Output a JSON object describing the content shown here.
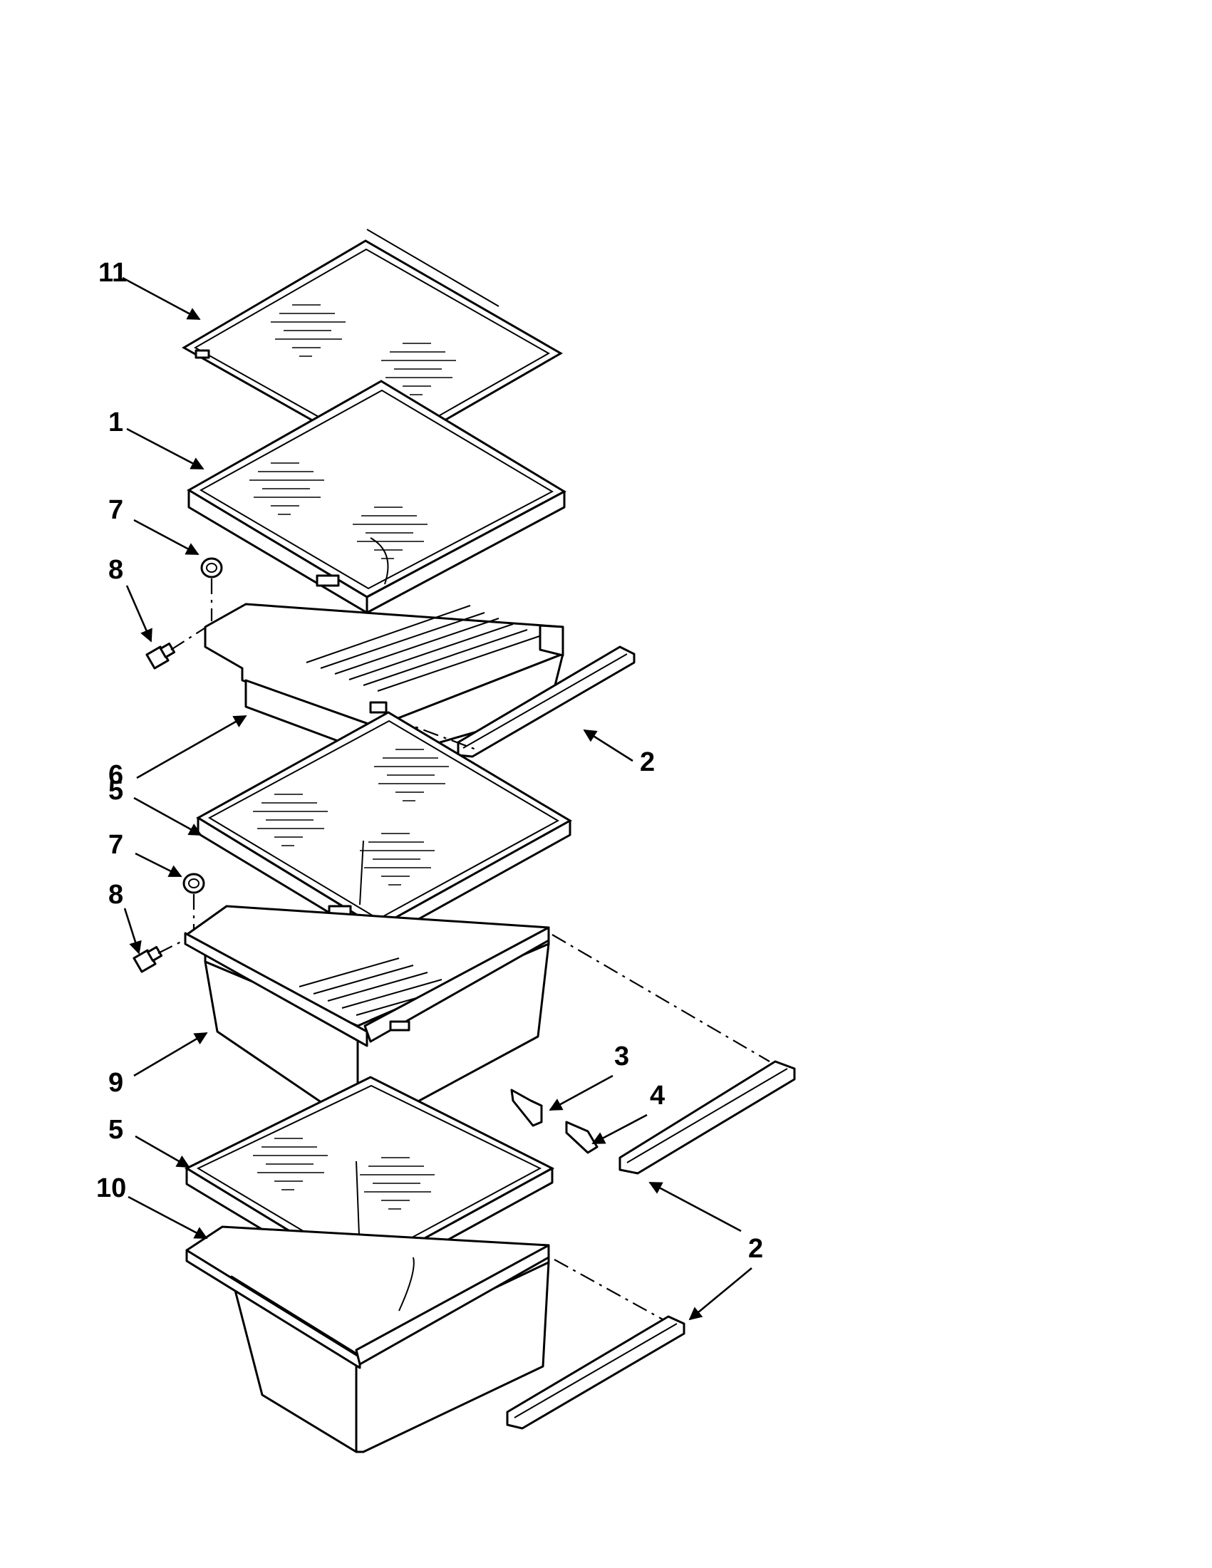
{
  "diagram": {
    "callouts": [
      {
        "id": "c11",
        "label": "11"
      },
      {
        "id": "c1",
        "label": "1"
      },
      {
        "id": "c7a",
        "label": "7"
      },
      {
        "id": "c8a",
        "label": "8"
      },
      {
        "id": "c6",
        "label": "6"
      },
      {
        "id": "c5a",
        "label": "5"
      },
      {
        "id": "c2a",
        "label": "2"
      },
      {
        "id": "c7b",
        "label": "7"
      },
      {
        "id": "c8b",
        "label": "8"
      },
      {
        "id": "c9",
        "label": "9"
      },
      {
        "id": "c3",
        "label": "3"
      },
      {
        "id": "c4",
        "label": "4"
      },
      {
        "id": "c5b",
        "label": "5"
      },
      {
        "id": "c10",
        "label": "10"
      },
      {
        "id": "c2b",
        "label": "2"
      }
    ]
  }
}
